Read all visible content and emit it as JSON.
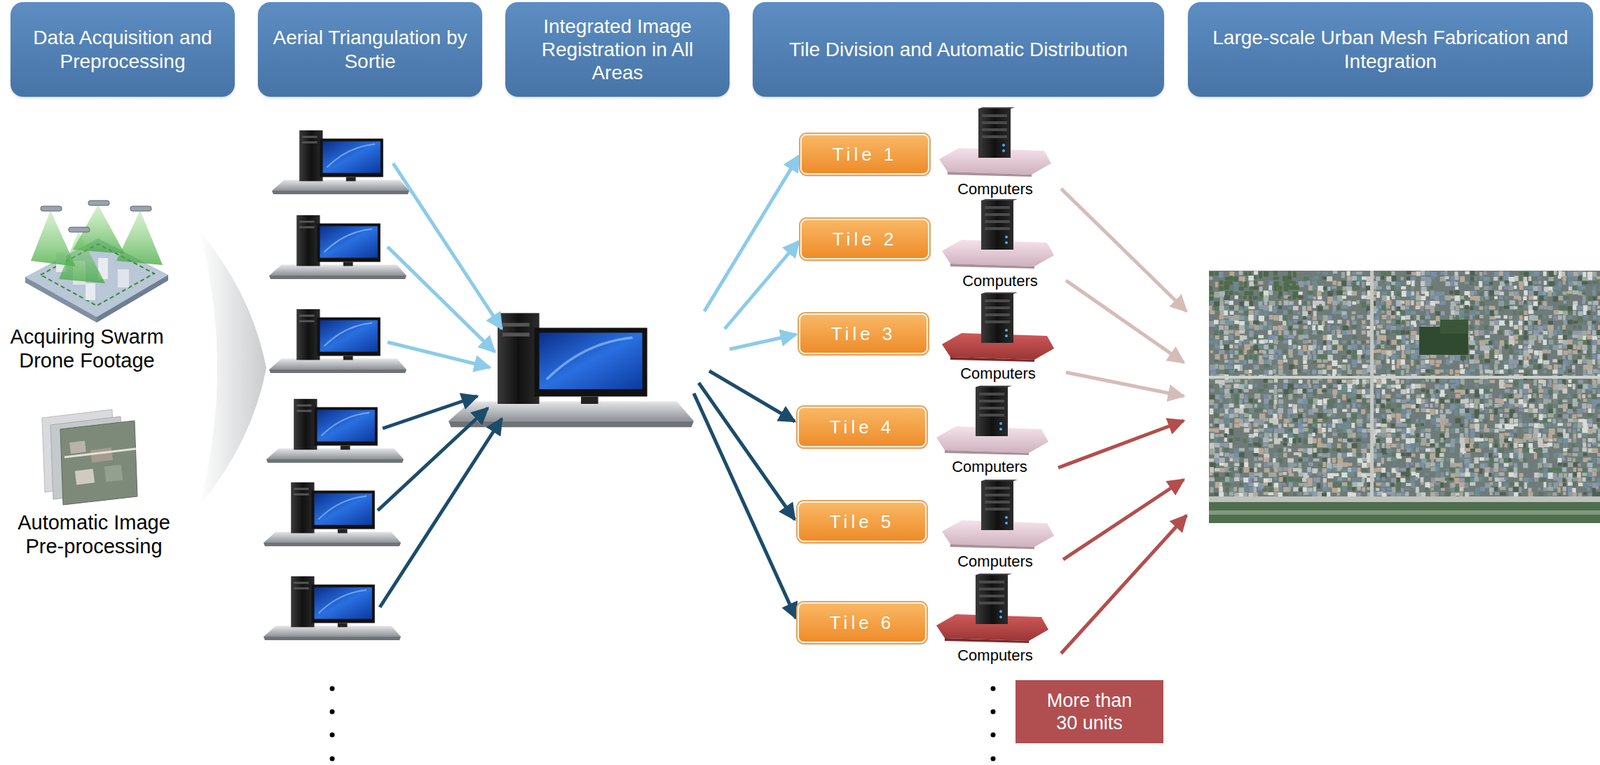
{
  "diagram": {
    "nodes": [
      {
        "text": [
          "Data Acquisition and Preprocessing"
        ]
      },
      {
        "text": [
          "Aerial Triangulation by Sortie"
        ]
      },
      {
        "text": [
          "Integrated Image Registration in All Areas"
        ]
      },
      {
        "text": [
          "Tile Division and Automatic Distribution"
        ]
      },
      {
        "text": [
          "Large-scale Urban Mesh Fabrication and Integration"
        ]
      },
      {
        "text": [
          "Tile 1"
        ]
      },
      {
        "text": [
          "Tile 2"
        ]
      },
      {
        "text": [
          "Tile 3"
        ]
      },
      {
        "text": [
          "Tile 4"
        ]
      },
      {
        "text": [
          "Tile 5"
        ]
      },
      {
        "text": [
          "Tile 6"
        ]
      },
      {
        "text": [
          "More than 30 units"
        ]
      }
    ],
    "labels": [
      "Acquiring Swarm Drone Footage",
      "Automatic Image Pre-processing",
      "Computers",
      "Computers",
      "Computers",
      "Computers",
      "Computers",
      "Computers"
    ]
  }
}
